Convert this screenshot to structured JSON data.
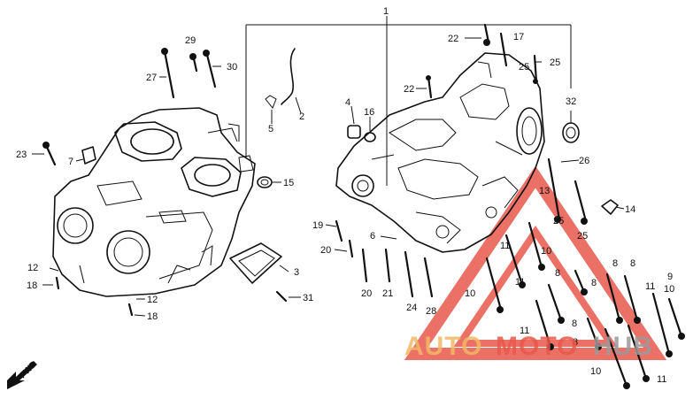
{
  "diagram": {
    "callouts": [
      {
        "id": "c1",
        "text": "1"
      },
      {
        "id": "c2",
        "text": "2"
      },
      {
        "id": "c3",
        "text": "3"
      },
      {
        "id": "c4",
        "text": "4"
      },
      {
        "id": "c5",
        "text": "5"
      },
      {
        "id": "c6",
        "text": "6"
      },
      {
        "id": "c7",
        "text": "7"
      },
      {
        "id": "c8a",
        "text": "8"
      },
      {
        "id": "c8b",
        "text": "8"
      },
      {
        "id": "c8c",
        "text": "8"
      },
      {
        "id": "c8d",
        "text": "8"
      },
      {
        "id": "c8e",
        "text": "8"
      },
      {
        "id": "c8f",
        "text": "8"
      },
      {
        "id": "c9",
        "text": "9"
      },
      {
        "id": "c10a",
        "text": "10"
      },
      {
        "id": "c10b",
        "text": "10"
      },
      {
        "id": "c10c",
        "text": "10"
      },
      {
        "id": "c10d",
        "text": "10"
      },
      {
        "id": "c11a",
        "text": "11"
      },
      {
        "id": "c11b",
        "text": "11"
      },
      {
        "id": "c11c",
        "text": "11"
      },
      {
        "id": "c11d",
        "text": "11"
      },
      {
        "id": "c11e",
        "text": "11"
      },
      {
        "id": "c12a",
        "text": "12"
      },
      {
        "id": "c12b",
        "text": "12"
      },
      {
        "id": "c13",
        "text": "13"
      },
      {
        "id": "c14",
        "text": "14"
      },
      {
        "id": "c15",
        "text": "15"
      },
      {
        "id": "c16",
        "text": "16"
      },
      {
        "id": "c17",
        "text": "17"
      },
      {
        "id": "c18a",
        "text": "18"
      },
      {
        "id": "c18b",
        "text": "18"
      },
      {
        "id": "c19",
        "text": "19"
      },
      {
        "id": "c20a",
        "text": "20"
      },
      {
        "id": "c20b",
        "text": "20"
      },
      {
        "id": "c21",
        "text": "21"
      },
      {
        "id": "c22a",
        "text": "22"
      },
      {
        "id": "c22b",
        "text": "22"
      },
      {
        "id": "c23",
        "text": "23"
      },
      {
        "id": "c24",
        "text": "24"
      },
      {
        "id": "c25a",
        "text": "25"
      },
      {
        "id": "c25b",
        "text": "25"
      },
      {
        "id": "c25c",
        "text": "25"
      },
      {
        "id": "c25d",
        "text": "25"
      },
      {
        "id": "c26",
        "text": "26"
      },
      {
        "id": "c27",
        "text": "27"
      },
      {
        "id": "c28",
        "text": "28"
      },
      {
        "id": "c29",
        "text": "29"
      },
      {
        "id": "c30",
        "text": "30"
      },
      {
        "id": "c31",
        "text": "31"
      },
      {
        "id": "c32",
        "text": "32"
      }
    ],
    "fwd_label": "FWD"
  },
  "watermark": {
    "part1": "AUTO",
    "part2": "MOTO",
    "part3": "HUB",
    "color_dark": "#f2b866",
    "color_red": "#e8584c",
    "color_gray": "#9a9a9a"
  }
}
